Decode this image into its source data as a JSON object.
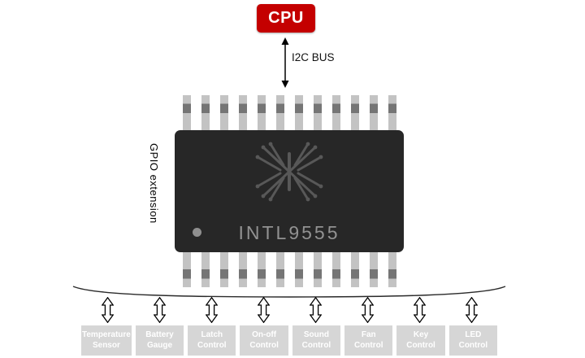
{
  "cpu": {
    "label": "CPU"
  },
  "bus": {
    "label": "I2C BUS"
  },
  "chip": {
    "part_number": "INTL9555",
    "side_label": "GPIO extension",
    "pins_per_side": 12
  },
  "peripherals": [
    {
      "label": "Temperature\nSensor"
    },
    {
      "label": "Battery\nGauge"
    },
    {
      "label": "Latch\nControl"
    },
    {
      "label": "On-off\nControl"
    },
    {
      "label": "Sound\nControl"
    },
    {
      "label": "Fan\nControl"
    },
    {
      "label": "Key\nControl"
    },
    {
      "label": "LED\nControl"
    }
  ],
  "colors": {
    "cpu_red": "#c40000",
    "chip_body": "#272727",
    "chip_text": "#929292",
    "pin_light": "#c3c3c3",
    "pin_dark": "#757575",
    "box_gray": "#d6d6d6",
    "box_text": "#ffffff"
  }
}
